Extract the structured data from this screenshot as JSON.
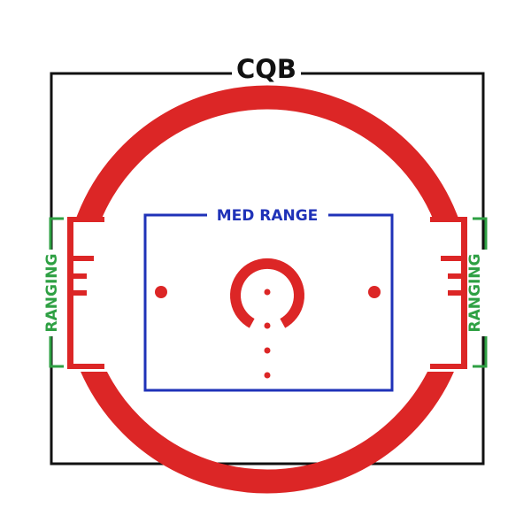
{
  "labels": {
    "cqb": "CQB",
    "med_range": "MED RANGE",
    "ranging_left": "RANGING",
    "ranging_right": "RANGING"
  },
  "colors": {
    "reticle": "#dc2626",
    "cqb_box": "#111111",
    "med_range_box": "#1f32b8",
    "ranging_bracket": "#2ea043",
    "background": "#ffffff"
  }
}
